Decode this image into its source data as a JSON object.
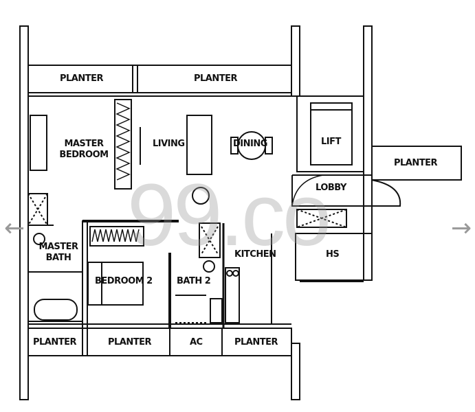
{
  "labels": {
    "planter_top_left": "PLANTER",
    "planter_top_right": "PLANTER",
    "planter_right": "PLANTER",
    "master_bedroom": "MASTER BEDROOM",
    "living": "LIVING",
    "dining": "DINING",
    "lift": "LIFT",
    "lobby": "LOBBY",
    "master_bath": "MASTER BATH",
    "kitchen": "KITCHEN",
    "hs": "HS",
    "bedroom2": "BEDROOM 2",
    "bath2": "BATH 2",
    "planter_bottom_1": "PLANTER",
    "planter_bottom_2": "PLANTER",
    "ac": "AC",
    "planter_bottom_3": "PLANTER"
  },
  "watermark": "99.co",
  "nav": {
    "prev": "←",
    "next": "→"
  }
}
